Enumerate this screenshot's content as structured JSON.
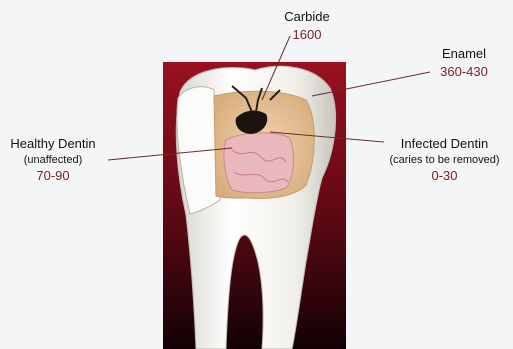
{
  "labels": {
    "carbide": {
      "name": "Carbide",
      "value": "1600"
    },
    "enamel": {
      "name": "Enamel",
      "value": "360-430"
    },
    "healthy_dentin": {
      "name": "Healthy Dentin",
      "note": "(unaffected)",
      "value": "70-90"
    },
    "infected_dentin": {
      "name": "Infected Dentin",
      "note": "(caries to be removed)",
      "value": "0-30"
    }
  },
  "colors": {
    "value_text": "#7a1f24",
    "panel_top": "#8a0f1c",
    "panel_bottom": "#150306",
    "enamel": "#f3f1ec",
    "dentin": "#e6c49a",
    "pulp": "#e9b7bc"
  }
}
